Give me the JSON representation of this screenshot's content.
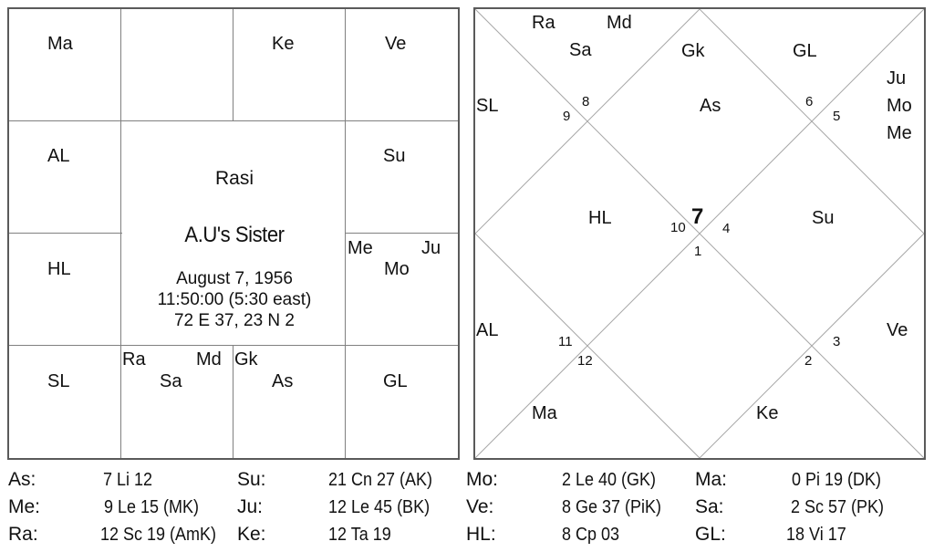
{
  "south_chart": {
    "cells": {
      "r0c0": [
        "Ma"
      ],
      "r0c1": [],
      "r0c2": [
        "Ke"
      ],
      "r0c3": [
        "Ve"
      ],
      "r1c0": [
        "AL"
      ],
      "r1c3": [
        "Su"
      ],
      "r2c0": [
        "HL"
      ],
      "r2c3": [
        "Me",
        "Ju",
        "Mo"
      ],
      "r3c0": [
        "SL"
      ],
      "r3c1": [
        "Ra",
        "Md",
        "Sa"
      ],
      "r3c2": [
        "Gk",
        "As"
      ],
      "r3c3": [
        "GL"
      ]
    },
    "center": {
      "title": "Rasi",
      "name": "A.U's Sister",
      "date": "August 7, 1956",
      "time": "11:50:00 (5:30 east)",
      "coords": "72 E 37, 23 N 2"
    }
  },
  "north_chart": {
    "house_numbers": {
      "h1": "1",
      "h2": "2",
      "h3": "3",
      "h4": "4",
      "h5": "5",
      "h6": "6",
      "h7": "7",
      "h8": "8",
      "h9": "9",
      "h10": "10",
      "h11": "11",
      "h12": "12"
    },
    "houses": {
      "top_left_tri": [
        "Ra",
        "Md",
        "Sa"
      ],
      "top_diamond": [
        "Gk",
        "As"
      ],
      "top_right_tri": [
        "GL"
      ],
      "right_top_tri": [
        "Ju",
        "Mo",
        "Me"
      ],
      "left_top_tri": [
        "SL"
      ],
      "left_diamond": [
        "HL"
      ],
      "right_diamond": [
        "Su"
      ],
      "left_bottom_tri": [
        "AL"
      ],
      "right_bottom_tri": [
        "Ve"
      ],
      "bottom_left_tri": [
        "Ma"
      ],
      "bottom_right_tri": [
        "Ke"
      ]
    }
  },
  "positions": [
    {
      "key": "As:",
      "value": "7 Li 12"
    },
    {
      "key": "Su:",
      "value": "21 Cn 27 (AK)"
    },
    {
      "key": "Mo:",
      "value": "2 Le 40 (GK)"
    },
    {
      "key": "Ma:",
      "value": "0 Pi 19 (DK)"
    },
    {
      "key": "Me:",
      "value": "9 Le 15 (MK)"
    },
    {
      "key": "Ju:",
      "value": "12 Le 45 (BK)"
    },
    {
      "key": "Ve:",
      "value": "8 Ge 37 (PiK)"
    },
    {
      "key": "Sa:",
      "value": "2 Sc 57 (PK)"
    },
    {
      "key": "Ra:",
      "value": "12 Sc 19 (AmK)"
    },
    {
      "key": "Ke:",
      "value": "12 Ta 19"
    },
    {
      "key": "HL:",
      "value": "8 Cp 03"
    },
    {
      "key": "GL:",
      "value": "18 Vi 17"
    }
  ]
}
